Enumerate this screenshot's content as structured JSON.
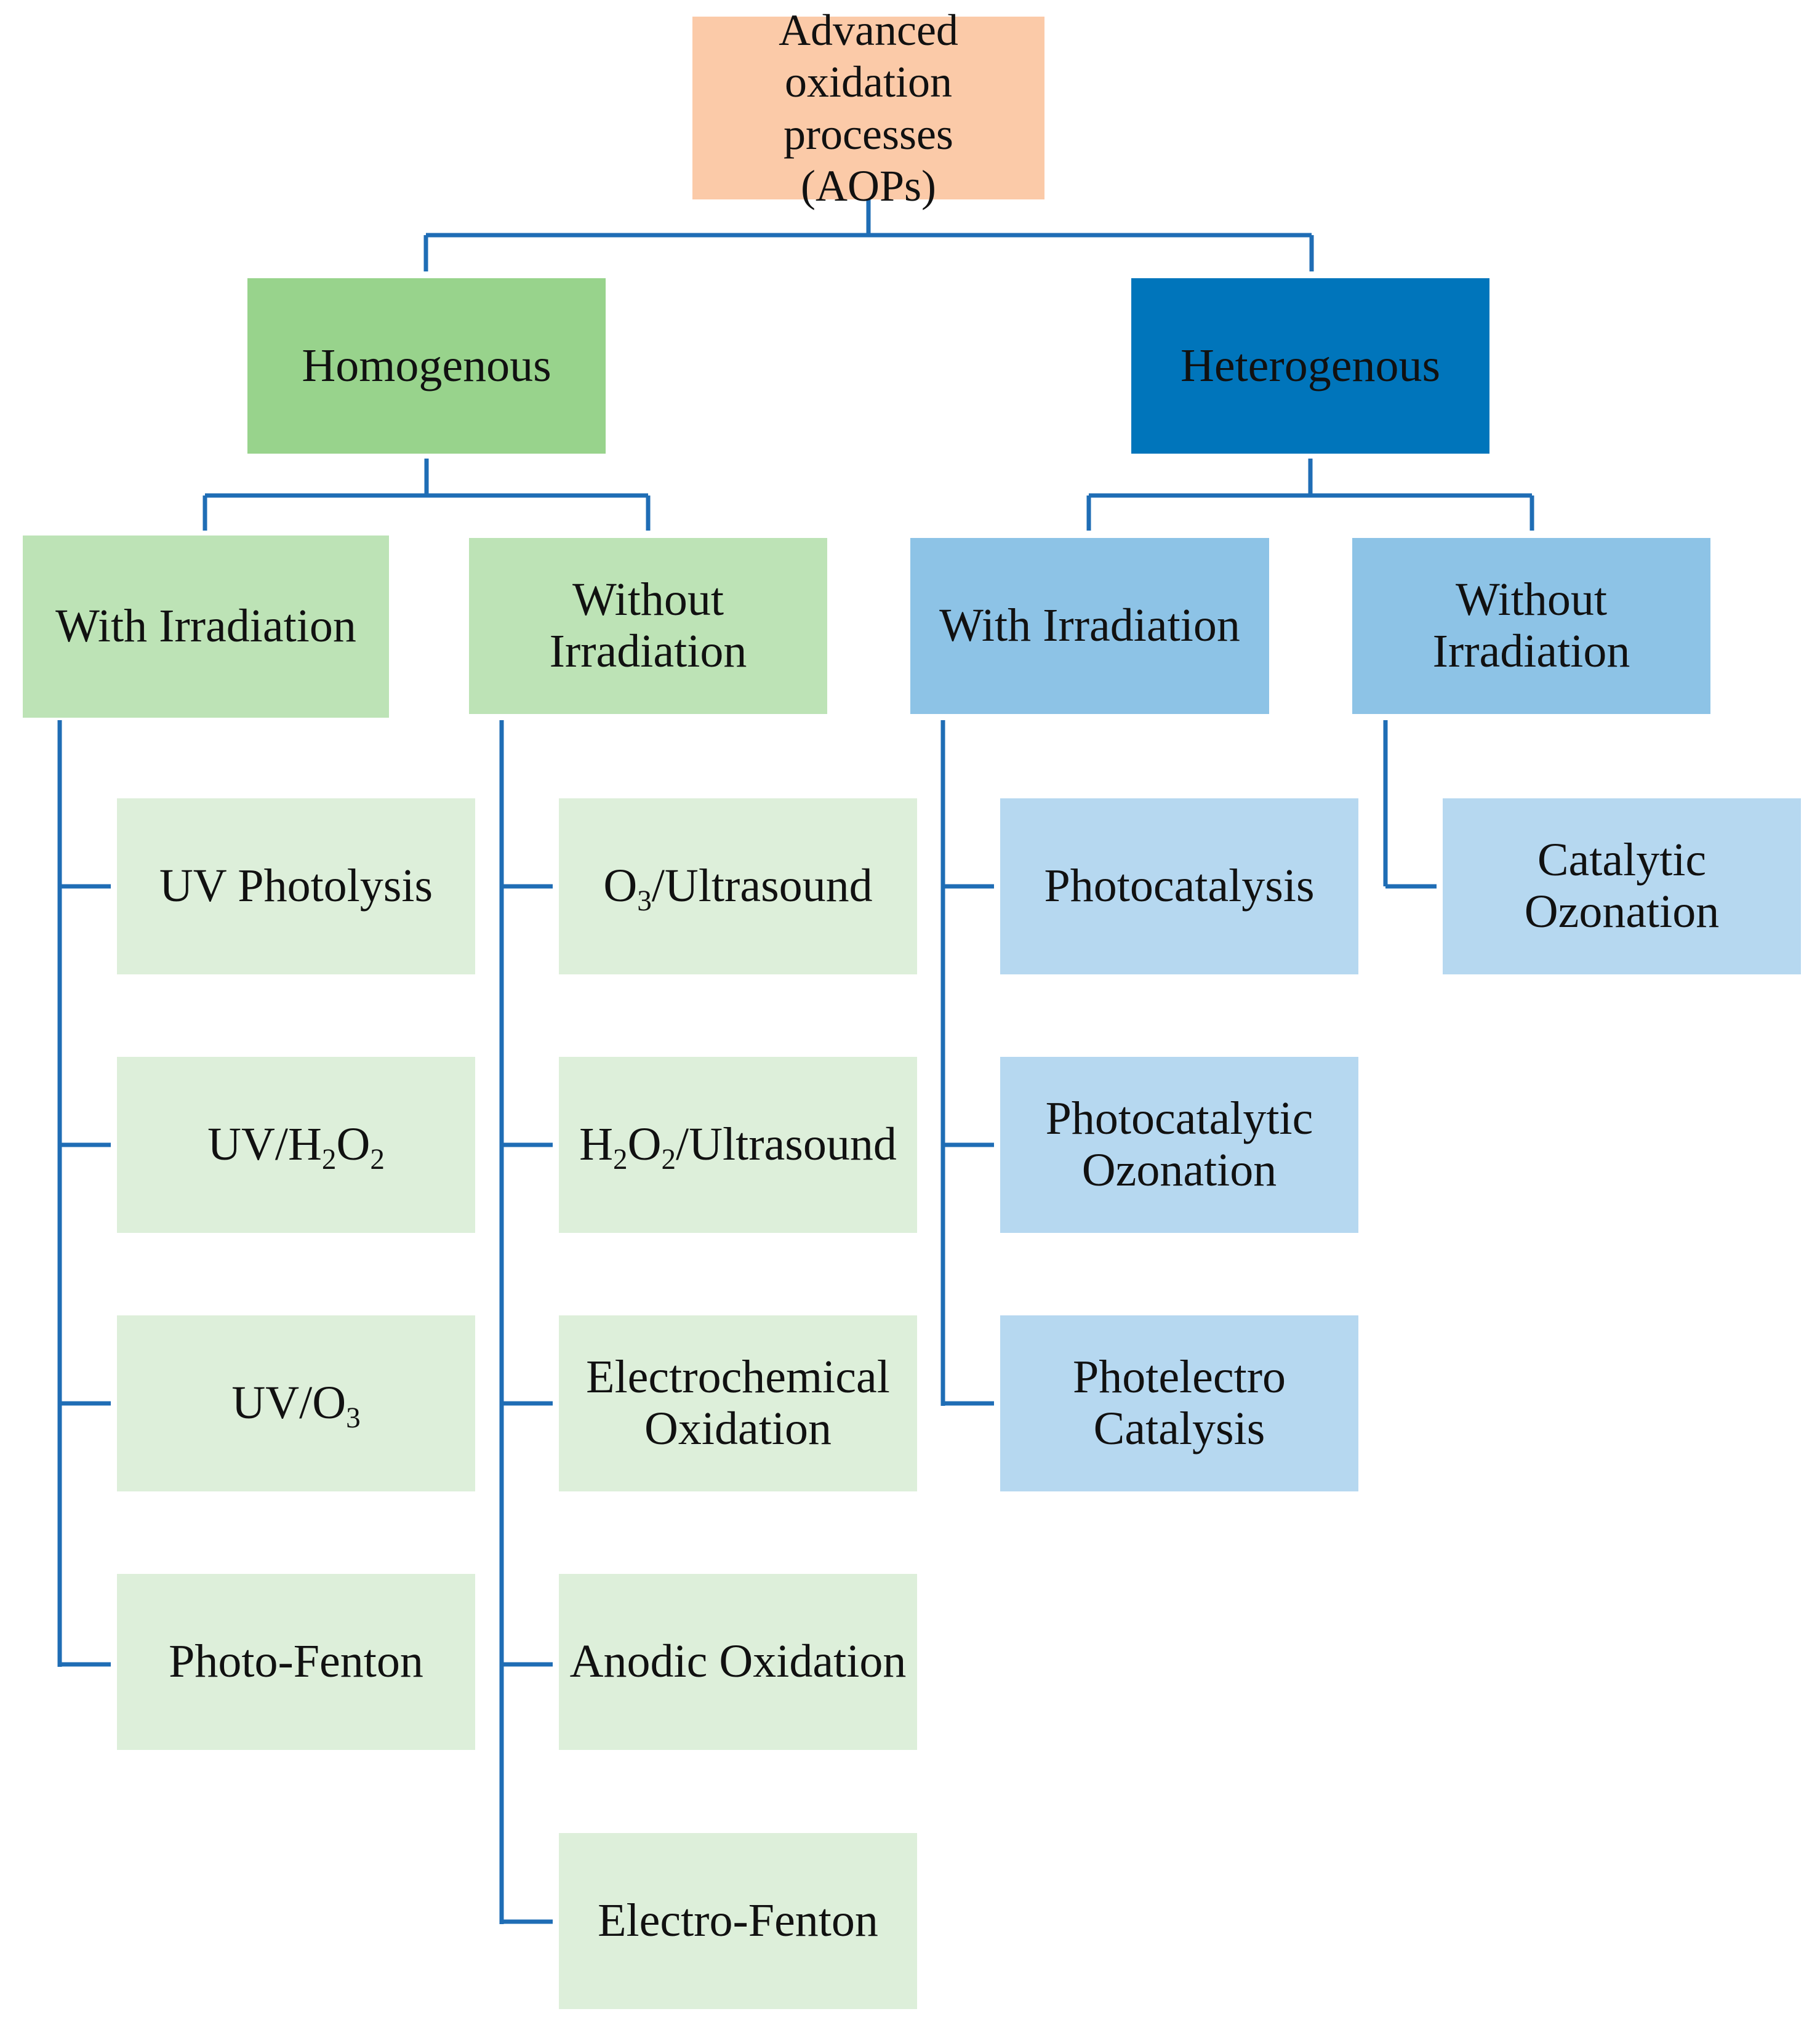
{
  "root": {
    "lines": [
      "Advanced",
      "oxidation",
      "processes",
      "(AOPs)"
    ]
  },
  "homogenous": {
    "label": "Homogenous",
    "with_irradiation": {
      "label": "With Irradiation",
      "items": [
        "UV Photolysis",
        "UV/H2O2",
        "UV/O3",
        "Photo-Fenton"
      ]
    },
    "without_irradiation": {
      "lines": [
        "Without",
        "Irradiation"
      ],
      "items": [
        "O3/Ultrasound",
        "H2O2/Ultrasound",
        "Electrochemical Oxidation",
        "Anodic Oxidation",
        "Electro-Fenton"
      ]
    }
  },
  "heterogenous": {
    "label": "Heterogenous",
    "with_irradiation": {
      "label": "With Irradiation",
      "items": [
        "Photocatalysis",
        "Photocatalytic Ozonation",
        "Photelectro Catalysis"
      ]
    },
    "without_irradiation": {
      "lines": [
        "Without",
        "Irradiation"
      ],
      "items": [
        "Catalytic Ozonation"
      ]
    }
  },
  "colors": {
    "root": "#FBCAA8",
    "homogenous": "#98D38C",
    "homogenous_sub": "#BDE3B6",
    "homogenous_leaf": "#DDEFDA",
    "heterogenous": "#0075BB",
    "heterogenous_sub": "#8DC3E6",
    "heterogenous_leaf": "#B6D8F0",
    "connector": "#1F6DB5"
  }
}
